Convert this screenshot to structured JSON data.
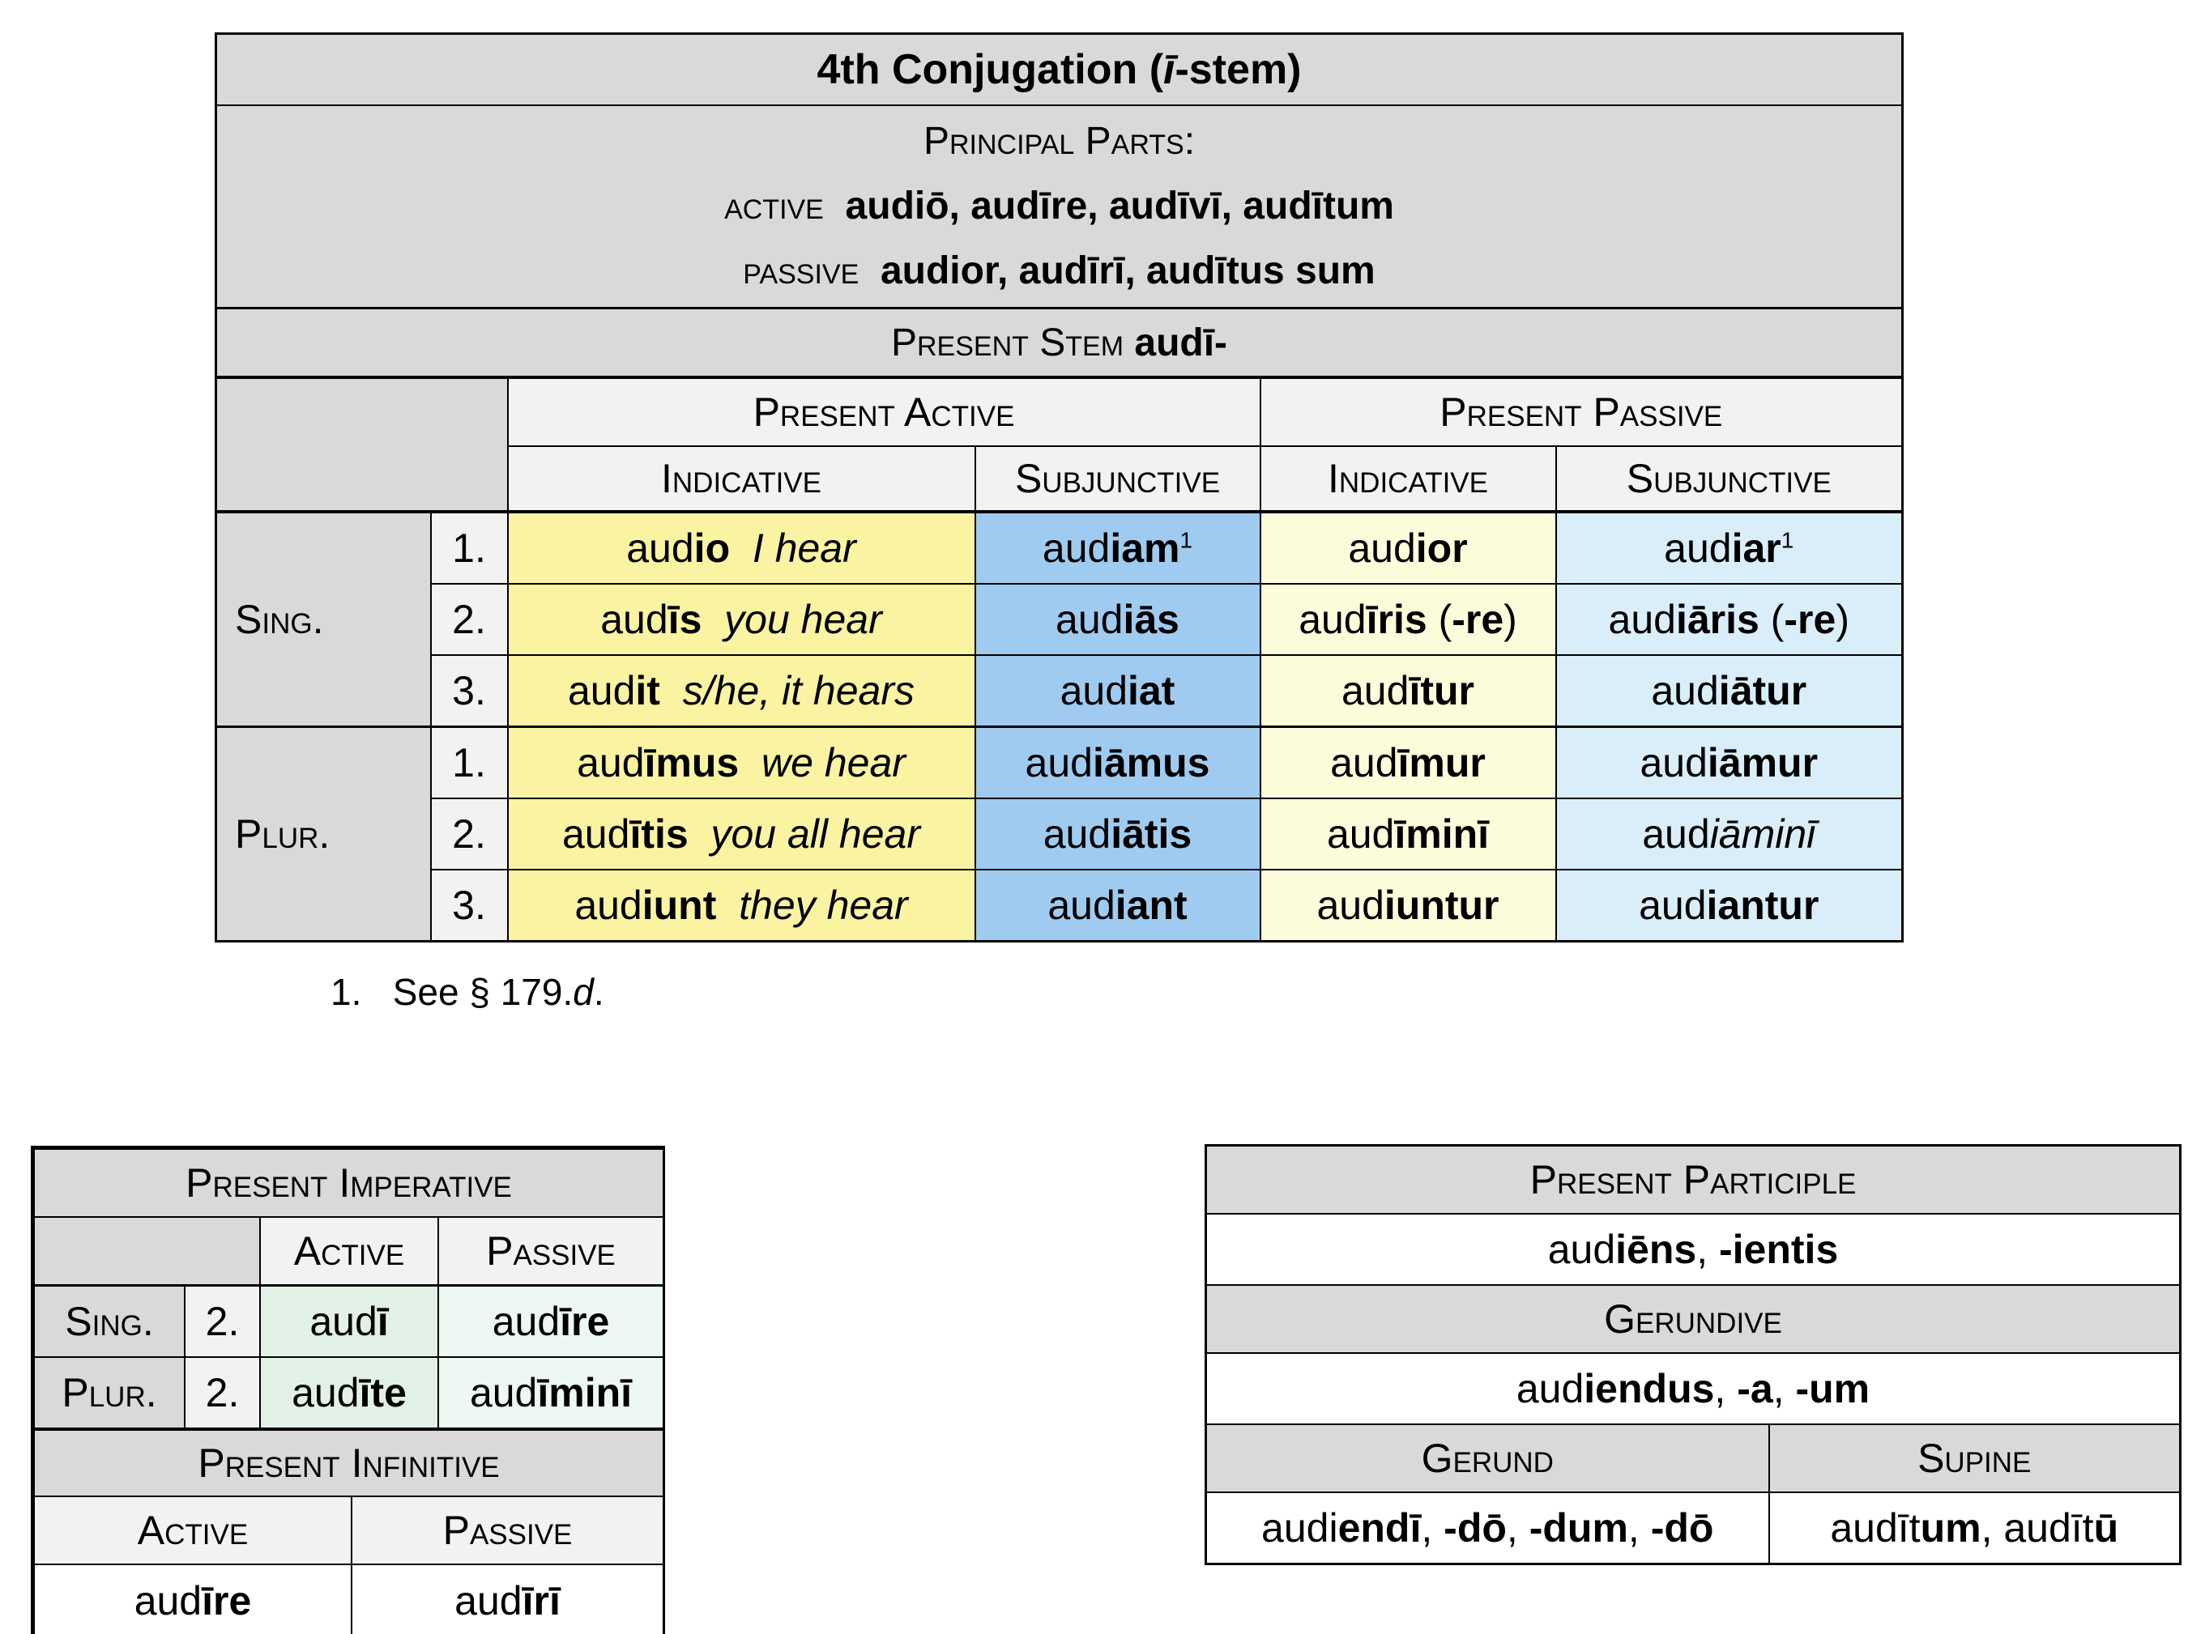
{
  "colors": {
    "header_gray": "#D9D9D9",
    "subheader_gray": "#F2F2F2",
    "active_indicative_yellow": "#FAF3A1",
    "active_subjunctive_blue": "#A0CBF0",
    "passive_indicative_pale_yellow": "#FCFBDA",
    "passive_subjunctive_pale_blue": "#D9EEF9",
    "imperative_active_mint": "#E2F1E6",
    "imperative_passive_mint": "#EDF8F2",
    "white": "#FFFFFF"
  },
  "main": {
    "title": [
      {
        "t": "4th Conjugation (",
        "b": 1
      },
      {
        "t": "ī",
        "b": 1,
        "i": 1
      },
      {
        "t": "-stem)",
        "b": 1
      }
    ],
    "pp": {
      "heading": "Principal Parts:",
      "active": [
        {
          "t": "active",
          "sc": 1
        },
        {
          "t": "  "
        },
        {
          "t": "audiō, audīre, audīvī, audītum",
          "b": 1
        }
      ],
      "passive": [
        {
          "t": "passive",
          "sc": 1
        },
        {
          "t": "  "
        },
        {
          "t": "audior, audīrī, audītus sum",
          "b": 1
        }
      ]
    },
    "stem": [
      {
        "t": "Present Stem ",
        "sc": 1
      },
      {
        "t": "audī-",
        "b": 1
      }
    ],
    "headers": {
      "present_active": "Present Active",
      "present_passive": "Present Passive",
      "indicative_active": "Indicative",
      "subjunctive_active": "Subjunctive",
      "indicative_passive": "Indicative",
      "subjunctive_passive": "Subjunctive"
    },
    "groups": {
      "sing": "Sing.",
      "plur": "Plur."
    },
    "rows": [
      {
        "num": "1.",
        "act_ind": [
          {
            "t": "aud"
          },
          {
            "t": "io",
            "b": 1
          },
          {
            "t": "  "
          },
          {
            "t": "I hear",
            "i": 1
          }
        ],
        "act_subj": [
          {
            "t": "aud"
          },
          {
            "t": "iam",
            "b": 1
          },
          {
            "t": "1",
            "sup": 1
          }
        ],
        "pass_ind": [
          {
            "t": "aud"
          },
          {
            "t": "ior",
            "b": 1
          }
        ],
        "pass_subj": [
          {
            "t": "aud"
          },
          {
            "t": "iar",
            "b": 1
          },
          {
            "t": "1",
            "sup": 1
          }
        ]
      },
      {
        "num": "2.",
        "act_ind": [
          {
            "t": "aud"
          },
          {
            "t": "īs",
            "b": 1
          },
          {
            "t": "  "
          },
          {
            "t": "you hear",
            "i": 1
          }
        ],
        "act_subj": [
          {
            "t": "aud"
          },
          {
            "t": "iās",
            "b": 1
          }
        ],
        "pass_ind": [
          {
            "t": "aud"
          },
          {
            "t": "īris",
            "b": 1
          },
          {
            "t": " ("
          },
          {
            "t": "-re",
            "b": 1
          },
          {
            "t": ")"
          }
        ],
        "pass_subj": [
          {
            "t": "aud"
          },
          {
            "t": "iāris",
            "b": 1
          },
          {
            "t": " ("
          },
          {
            "t": "-re",
            "b": 1
          },
          {
            "t": ")"
          }
        ]
      },
      {
        "num": "3.",
        "act_ind": [
          {
            "t": "aud"
          },
          {
            "t": "it",
            "b": 1
          },
          {
            "t": "  "
          },
          {
            "t": "s/he, it hears",
            "i": 1
          }
        ],
        "act_subj": [
          {
            "t": "aud"
          },
          {
            "t": "iat",
            "b": 1
          }
        ],
        "pass_ind": [
          {
            "t": "aud"
          },
          {
            "t": "ītur",
            "b": 1
          }
        ],
        "pass_subj": [
          {
            "t": "aud"
          },
          {
            "t": "iātur",
            "b": 1
          }
        ]
      },
      {
        "num": "1.",
        "act_ind": [
          {
            "t": "aud"
          },
          {
            "t": "īmus",
            "b": 1
          },
          {
            "t": "  "
          },
          {
            "t": "we hear",
            "i": 1
          }
        ],
        "act_subj": [
          {
            "t": "aud"
          },
          {
            "t": "iāmus",
            "b": 1
          }
        ],
        "pass_ind": [
          {
            "t": "aud"
          },
          {
            "t": "īmur",
            "b": 1
          }
        ],
        "pass_subj": [
          {
            "t": "aud"
          },
          {
            "t": "iāmur",
            "b": 1
          }
        ]
      },
      {
        "num": "2.",
        "act_ind": [
          {
            "t": "aud"
          },
          {
            "t": "ītis",
            "b": 1
          },
          {
            "t": "  "
          },
          {
            "t": "you all hear",
            "i": 1
          }
        ],
        "act_subj": [
          {
            "t": "aud"
          },
          {
            "t": "iātis",
            "b": 1
          }
        ],
        "pass_ind": [
          {
            "t": "aud"
          },
          {
            "t": "īminī",
            "b": 1
          }
        ],
        "pass_subj": [
          {
            "t": "aud"
          },
          {
            "t": "iāminī",
            "i": 1
          }
        ]
      },
      {
        "num": "3.",
        "act_ind": [
          {
            "t": "aud"
          },
          {
            "t": "iunt",
            "b": 1
          },
          {
            "t": "  "
          },
          {
            "t": "they hear",
            "i": 1
          }
        ],
        "act_subj": [
          {
            "t": "aud"
          },
          {
            "t": "iant",
            "b": 1
          }
        ],
        "pass_ind": [
          {
            "t": "aud"
          },
          {
            "t": "iuntur",
            "b": 1
          }
        ],
        "pass_subj": [
          {
            "t": "aud"
          },
          {
            "t": "iantur",
            "b": 1
          }
        ]
      }
    ]
  },
  "footnote": {
    "segments": [
      {
        "t": "1."
      },
      {
        "t": "   "
      },
      {
        "t": "See § 179."
      },
      {
        "t": "d",
        "i": 1
      },
      {
        "t": "."
      }
    ]
  },
  "imperative": {
    "title": "Present Imperative",
    "col_active": "Active",
    "col_passive": "Passive",
    "rows": [
      {
        "label": "Sing.",
        "num": "2.",
        "active": [
          {
            "t": "aud"
          },
          {
            "t": "ī",
            "b": 1
          }
        ],
        "passive": [
          {
            "t": "aud"
          },
          {
            "t": "īre",
            "b": 1
          }
        ]
      },
      {
        "label": "Plur.",
        "num": "2.",
        "active": [
          {
            "t": "aud"
          },
          {
            "t": "īte",
            "b": 1
          }
        ],
        "passive": [
          {
            "t": "aud"
          },
          {
            "t": "īminī",
            "b": 1
          }
        ]
      }
    ]
  },
  "infinitive": {
    "title": "Present Infinitive",
    "col_active": "Active",
    "col_passive": "Passive",
    "active": [
      {
        "t": "aud"
      },
      {
        "t": "īre",
        "b": 1
      }
    ],
    "passive": [
      {
        "t": "aud"
      },
      {
        "t": "īrī",
        "b": 1
      }
    ]
  },
  "nominal": {
    "participle_title": "Present Participle",
    "participle": [
      {
        "t": "aud"
      },
      {
        "t": "iēns",
        "b": 1
      },
      {
        "t": ", "
      },
      {
        "t": "-ientis",
        "b": 1
      }
    ],
    "gerundive_title": "Gerundive",
    "gerundive": [
      {
        "t": "aud"
      },
      {
        "t": "iendus",
        "b": 1
      },
      {
        "t": ", "
      },
      {
        "t": "-a",
        "b": 1
      },
      {
        "t": ", "
      },
      {
        "t": "-um",
        "b": 1
      }
    ],
    "gerund_title": "Gerund",
    "supine_title": "Supine",
    "gerund": [
      {
        "t": "audi"
      },
      {
        "t": "endī",
        "b": 1
      },
      {
        "t": ", "
      },
      {
        "t": "-dō",
        "b": 1
      },
      {
        "t": ", "
      },
      {
        "t": "-dum",
        "b": 1
      },
      {
        "t": ", "
      },
      {
        "t": "-dō",
        "b": 1
      }
    ],
    "supine": [
      {
        "t": "audīt"
      },
      {
        "t": "um",
        "b": 1
      },
      {
        "t": ", audīt"
      },
      {
        "t": "ū",
        "b": 1
      }
    ]
  }
}
